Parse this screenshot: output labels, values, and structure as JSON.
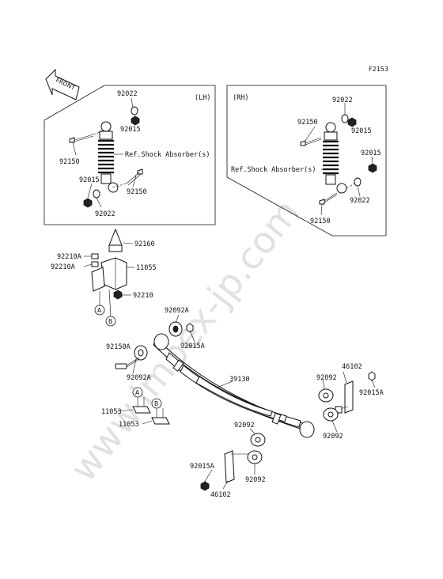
{
  "figure_code": "F2153",
  "front_label": "FRONT",
  "watermark": "www.impex-jp.com",
  "lh_panel": {
    "side_label": "(LH)",
    "ref_label": "Ref.Shock Absorber(s)",
    "parts": {
      "p92022_top": "92022",
      "p92015_top": "92015",
      "p92150_left": "92150",
      "p92015_bottom": "92015",
      "p92150_bottom": "92150",
      "p92022_bottom": "92022"
    }
  },
  "rh_panel": {
    "side_label": "(RH)",
    "ref_label": "Ref.Shock Absorber(s)",
    "parts": {
      "p92022_top": "92022",
      "p92150_top": "92150",
      "p92015_top": "92015",
      "p92015_mid": "92015",
      "p92022_bottom": "92022",
      "p92150_bottom": "92150"
    }
  },
  "bracket_group": {
    "p92160": "92160",
    "p92210A_top": "92210A",
    "p92210A_bottom": "92210A",
    "p11055": "11055",
    "p92210": "92210",
    "ref_a": "A",
    "ref_b": "B"
  },
  "leaf_spring_group": {
    "p92092A_top": "92092A",
    "p92015A_top": "92015A",
    "p92150A": "92150A",
    "p92092A_bottom": "92092A",
    "p39130": "39130",
    "p46102_right": "46102",
    "p92092_right_top": "92092",
    "p92015A_right": "92015A",
    "p92092_right_bottom": "92092",
    "p92092_center_top": "92092",
    "p92092_center_bottom": "92092",
    "p92015A_bottom": "92015A",
    "p46102_bottom": "46102",
    "p11053_top": "11053",
    "p11053_bottom": "11053",
    "ref_a": "A",
    "ref_b": "B"
  }
}
